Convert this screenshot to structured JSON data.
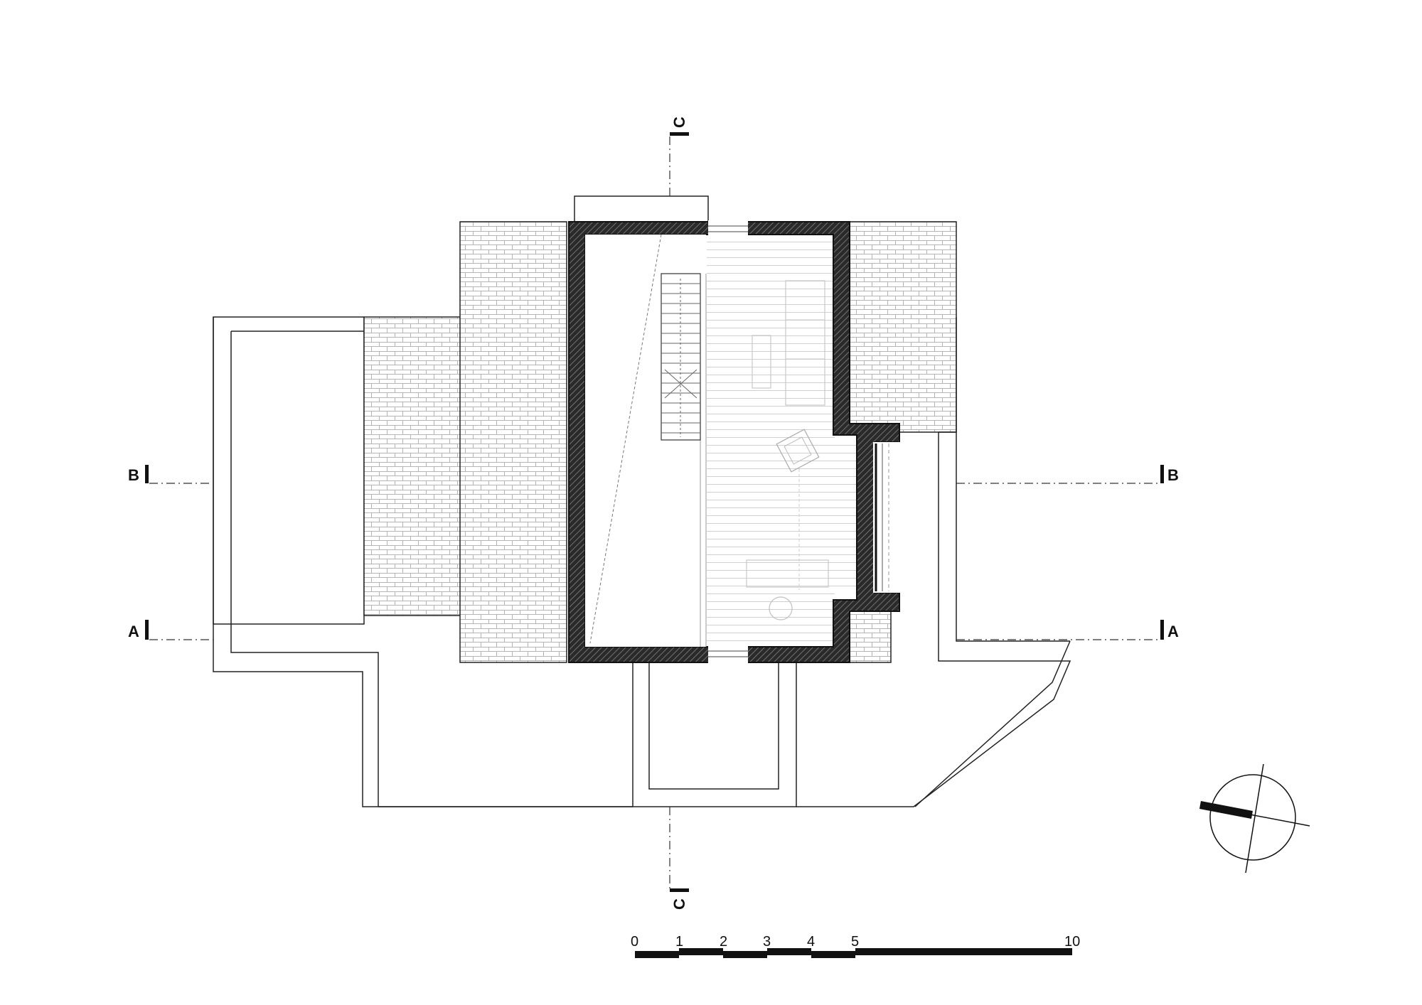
{
  "section_markers": {
    "b_left": "B",
    "b_right": "B",
    "a_left": "A",
    "a_right": "A",
    "c_top": "C",
    "c_bottom": "C"
  },
  "scale_bar": {
    "ticks": [
      "0",
      "1",
      "2",
      "3",
      "4",
      "5",
      "10"
    ]
  },
  "north_arrow": {
    "icon": "north-arrow-icon"
  }
}
